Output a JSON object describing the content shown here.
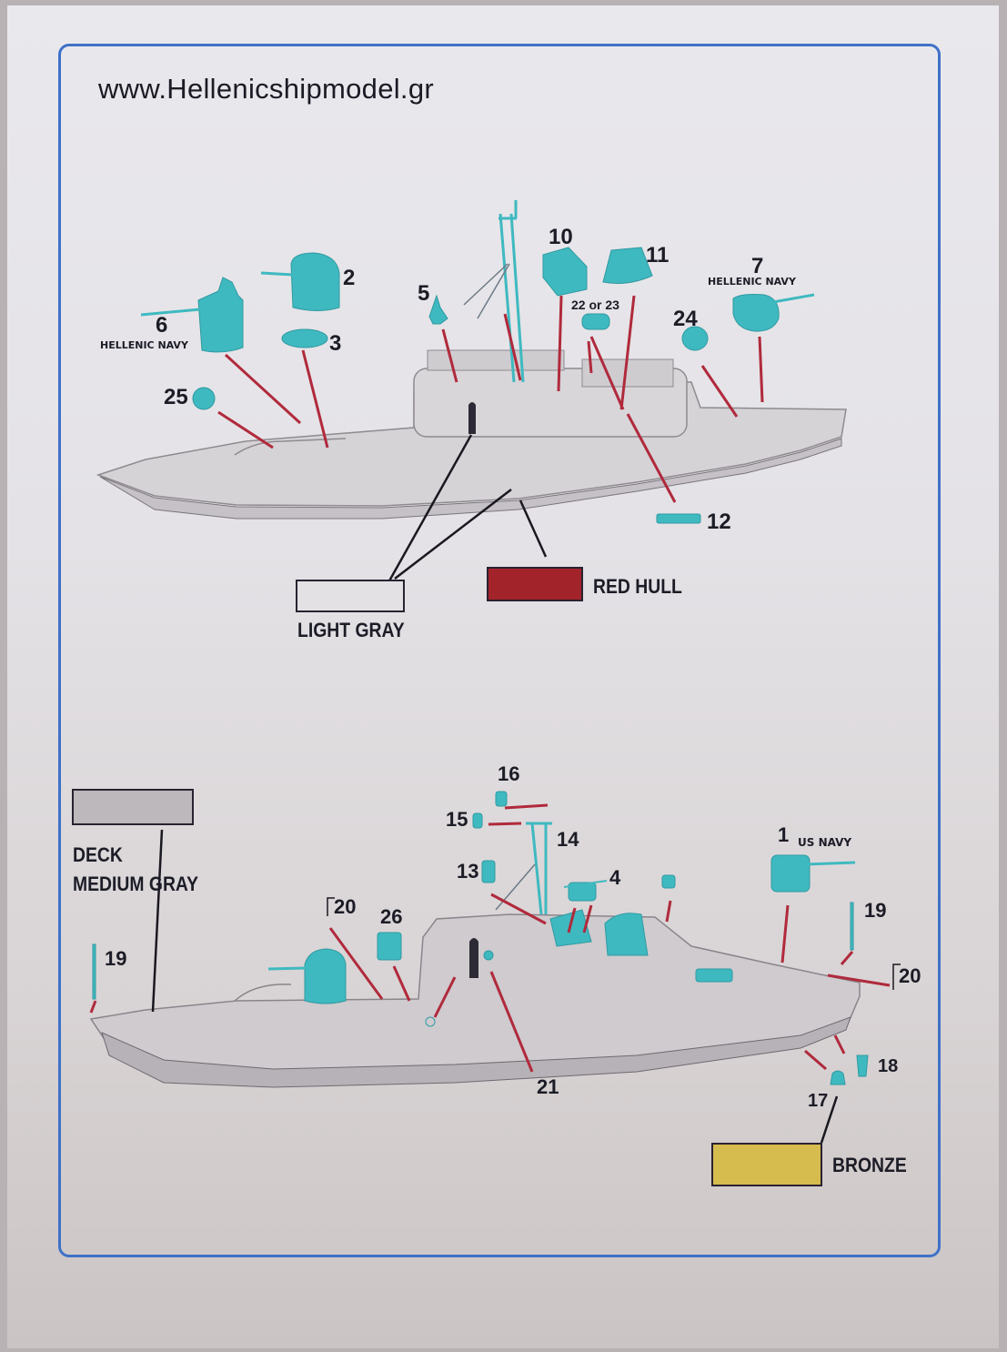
{
  "header": {
    "website": "www.Hellenicshipmodel.gr"
  },
  "top_view": {
    "callouts": [
      {
        "part": "2",
        "label": "2"
      },
      {
        "part": "3",
        "label": "3"
      },
      {
        "part": "5",
        "label": "5"
      },
      {
        "part": "6",
        "label": "6",
        "note": "HELLENIC NAVY"
      },
      {
        "part": "7",
        "label": "7",
        "note": "HELLENIC NAVY"
      },
      {
        "part": "10",
        "label": "10"
      },
      {
        "part": "11",
        "label": "11"
      },
      {
        "part": "12",
        "label": "12"
      },
      {
        "part": "22or23",
        "label": "22 or 23"
      },
      {
        "part": "24",
        "label": "24"
      },
      {
        "part": "25",
        "label": "25"
      }
    ]
  },
  "bottom_view": {
    "callouts": [
      {
        "part": "1",
        "label": "1",
        "note": "US NAVY"
      },
      {
        "part": "4",
        "label": "4"
      },
      {
        "part": "13",
        "label": "13"
      },
      {
        "part": "14",
        "label": "14"
      },
      {
        "part": "15",
        "label": "15"
      },
      {
        "part": "16",
        "label": "16"
      },
      {
        "part": "17",
        "label": "17"
      },
      {
        "part": "18",
        "label": "18"
      },
      {
        "part": "19a",
        "label": "19"
      },
      {
        "part": "19b",
        "label": "19"
      },
      {
        "part": "20a",
        "label": "20"
      },
      {
        "part": "20b",
        "label": "20"
      },
      {
        "part": "21",
        "label": "21"
      },
      {
        "part": "26",
        "label": "26"
      }
    ]
  },
  "color_legend": [
    {
      "name": "LIGHT GRAY",
      "color": "#e3e1e4"
    },
    {
      "name": "RED HULL",
      "color": "#a3232a"
    },
    {
      "name": "DECK MEDIUM GRAY",
      "line1": "DECK",
      "line2": "MEDIUM GRAY",
      "color": "#bcb8bb"
    },
    {
      "name": "BRONZE",
      "color": "#d6bb4e"
    }
  ],
  "colors": {
    "part_cyan": "#3fb9c0",
    "leader_red": "#b02a3c",
    "frame_blue": "#3f71c8",
    "hull_gray": "#d2cfd3"
  }
}
